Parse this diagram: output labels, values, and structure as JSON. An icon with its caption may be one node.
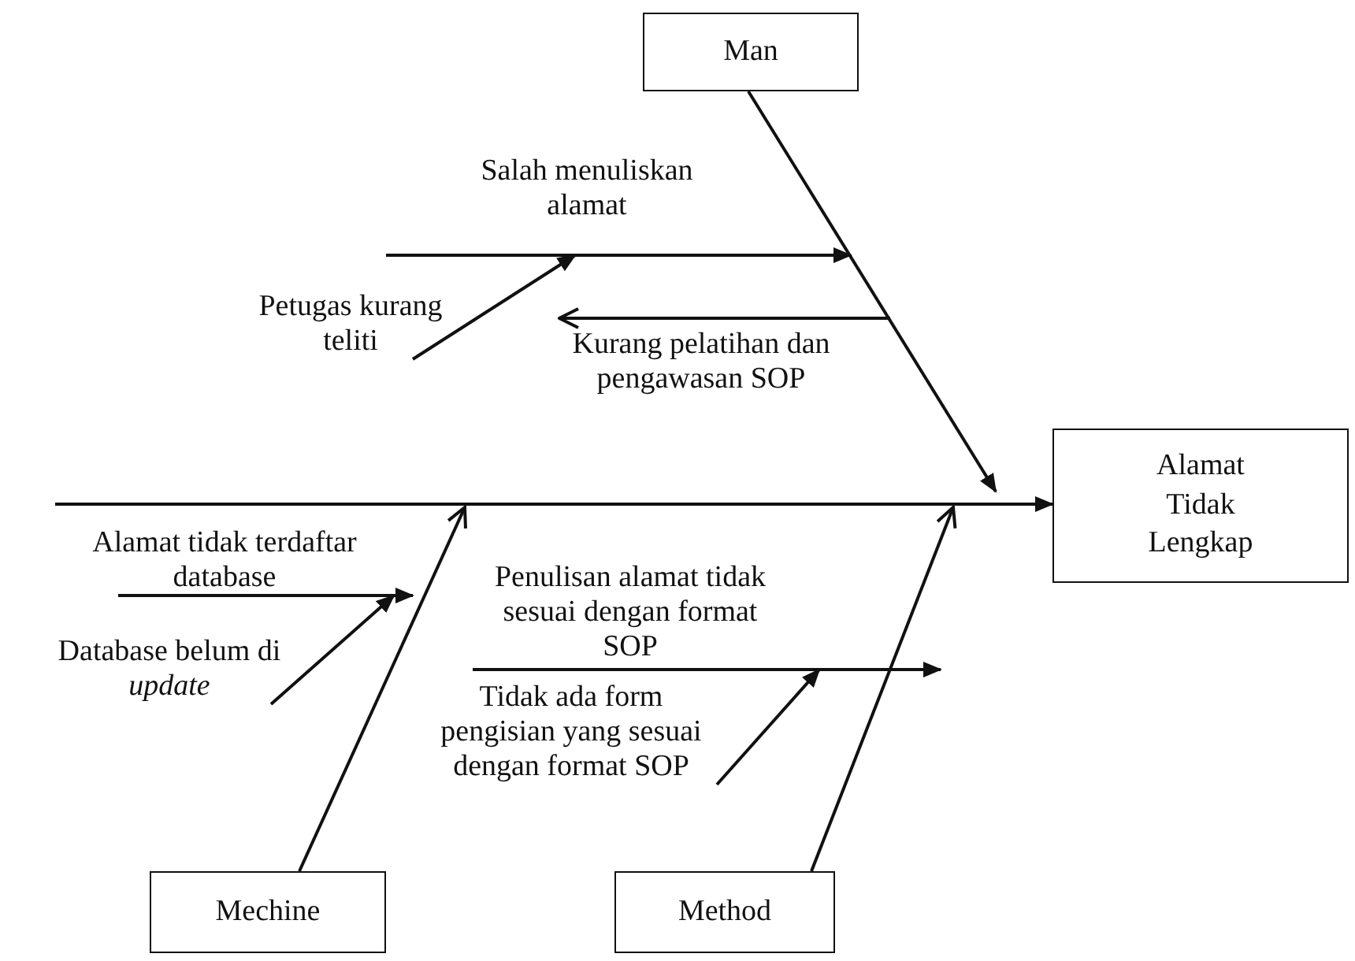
{
  "diagram": {
    "nodes": [
      {
        "text": [
          "Man"
        ]
      },
      {
        "text": [
          "Salah menuliskan alamat"
        ]
      },
      {
        "text": [
          "Petugas kurang teliti"
        ]
      },
      {
        "text": [
          "Kurang pelatihan dan pengawasan SOP"
        ]
      },
      {
        "text": [
          "Alamat Tidak Lengkap"
        ]
      },
      {
        "text": [
          "Alamat tidak terdaftar database"
        ]
      },
      {
        "text": [
          "Database belum di *update*"
        ]
      },
      {
        "text": [
          "Penulisan alamat tidak sesuai dengan format SOP"
        ]
      },
      {
        "text": [
          "Tidak ada form pengisian yang sesuai dengan format SOP"
        ]
      },
      {
        "text": [
          "Mechine"
        ]
      },
      {
        "text": [
          "Method"
        ]
      }
    ],
    "edges": [
      {
        "from": null,
        "to": 4,
        "arrow": "to"
      },
      {
        "from": 0,
        "to": null,
        "arrow": "to"
      },
      {
        "from": 9,
        "to": null,
        "arrow": "to"
      },
      {
        "from": 10,
        "to": null,
        "arrow": "to"
      },
      {
        "from": 1,
        "to": null,
        "arrow": "to"
      },
      {
        "from": 2,
        "to": 1,
        "arrow": "to"
      },
      {
        "from": null,
        "to": 3,
        "arrow": "to"
      },
      {
        "from": 5,
        "to": null,
        "arrow": "to"
      },
      {
        "from": 6,
        "to": 5,
        "arrow": "to"
      },
      {
        "from": 7,
        "to": null,
        "arrow": "to"
      },
      {
        "from": 8,
        "to": 7,
        "arrow": "to"
      }
    ]
  }
}
